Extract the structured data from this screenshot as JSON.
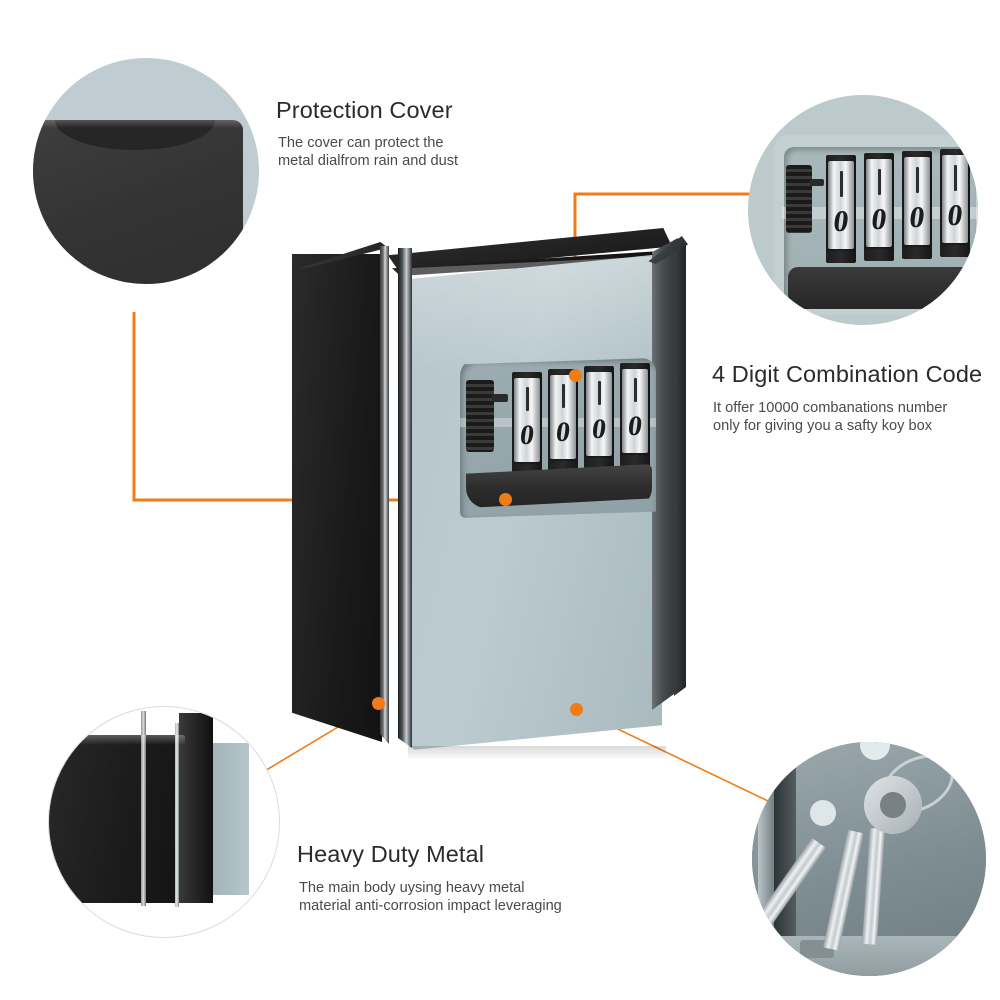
{
  "meta": {
    "accent_color": "#f07c18",
    "panel_color": "#b6c6cb",
    "body_color": "#1c1c1c",
    "background_color": "#ffffff"
  },
  "callouts": [
    {
      "id": "protection-cover",
      "title": "Protection Cover",
      "desc_line1": "The cover can protect the",
      "desc_line2": "metal dialfrom rain and dust"
    },
    {
      "id": "combination-code",
      "title": "4 Digit Combination Code",
      "desc_line1": "It offer 10000 combanations number",
      "desc_line2": "only for giving you a safty koy box"
    },
    {
      "id": "heavy-duty-metal",
      "title": "Heavy Duty Metal",
      "desc_line1": "The main body uysing heavy metal",
      "desc_line2": "material anti-corrosion impact leveraging"
    }
  ],
  "product": {
    "name": "key-lock-box",
    "dial_digits": [
      "0",
      "0",
      "0",
      "0"
    ],
    "dial_count": 4
  },
  "insets": [
    {
      "id": "inset-protection-cover",
      "subject": "protection-cover-flap"
    },
    {
      "id": "inset-combination-dials",
      "subject": "four-digit-dial-wheels",
      "digits": [
        "0",
        "0",
        "0",
        "0"
      ]
    },
    {
      "id": "inset-heavy-metal",
      "subject": "metal-body-corner-edge"
    },
    {
      "id": "inset-keys",
      "subject": "keys-on-ring-inside-box"
    }
  ]
}
